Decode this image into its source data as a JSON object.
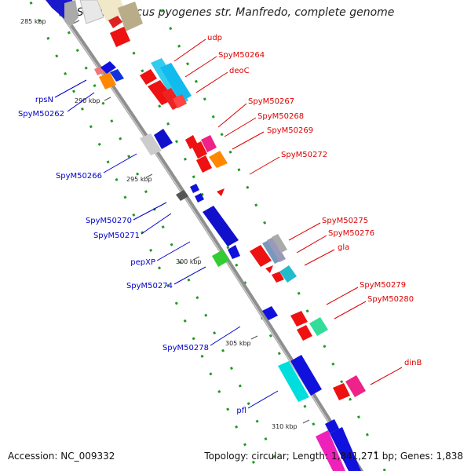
{
  "title": "Streptococcus pyogenes str. Manfredo, complete genome",
  "footer": {
    "accession": "Accession: NC_009332",
    "topology": "Topology: circular; Length: 1,841,271 bp; Genes: 1,838"
  },
  "colors": {
    "backbone": "#8f8f8f",
    "label_forward": "#dd0000",
    "label_reverse": "#0000cc",
    "guide_dots": "#229922"
  },
  "ticks": [
    {
      "label": "285 kbp"
    },
    {
      "label": "290 kbp"
    },
    {
      "label": "295 kbp"
    },
    {
      "label": "300 kbp"
    },
    {
      "label": "305 kbp"
    },
    {
      "label": "310 kbp"
    }
  ],
  "labels_right": [
    {
      "name": "udp"
    },
    {
      "name": "SpyM50264"
    },
    {
      "name": "deoC"
    },
    {
      "name": "SpyM50267"
    },
    {
      "name": "SpyM50268"
    },
    {
      "name": "SpyM50269"
    },
    {
      "name": "SpyM50272"
    },
    {
      "name": "SpyM50275"
    },
    {
      "name": "SpyM50276"
    },
    {
      "name": "gla"
    },
    {
      "name": "SpyM50279"
    },
    {
      "name": "SpyM50280"
    },
    {
      "name": "dinB"
    }
  ],
  "labels_left": [
    {
      "name": "rpsN"
    },
    {
      "name": "SpyM50262"
    },
    {
      "name": "SpyM50266"
    },
    {
      "name": "SpyM50270"
    },
    {
      "name": "SpyM50271"
    },
    {
      "name": "pepXP"
    },
    {
      "name": "SpyM50274"
    },
    {
      "name": "SpyM50278"
    },
    {
      "name": "pfl"
    }
  ]
}
